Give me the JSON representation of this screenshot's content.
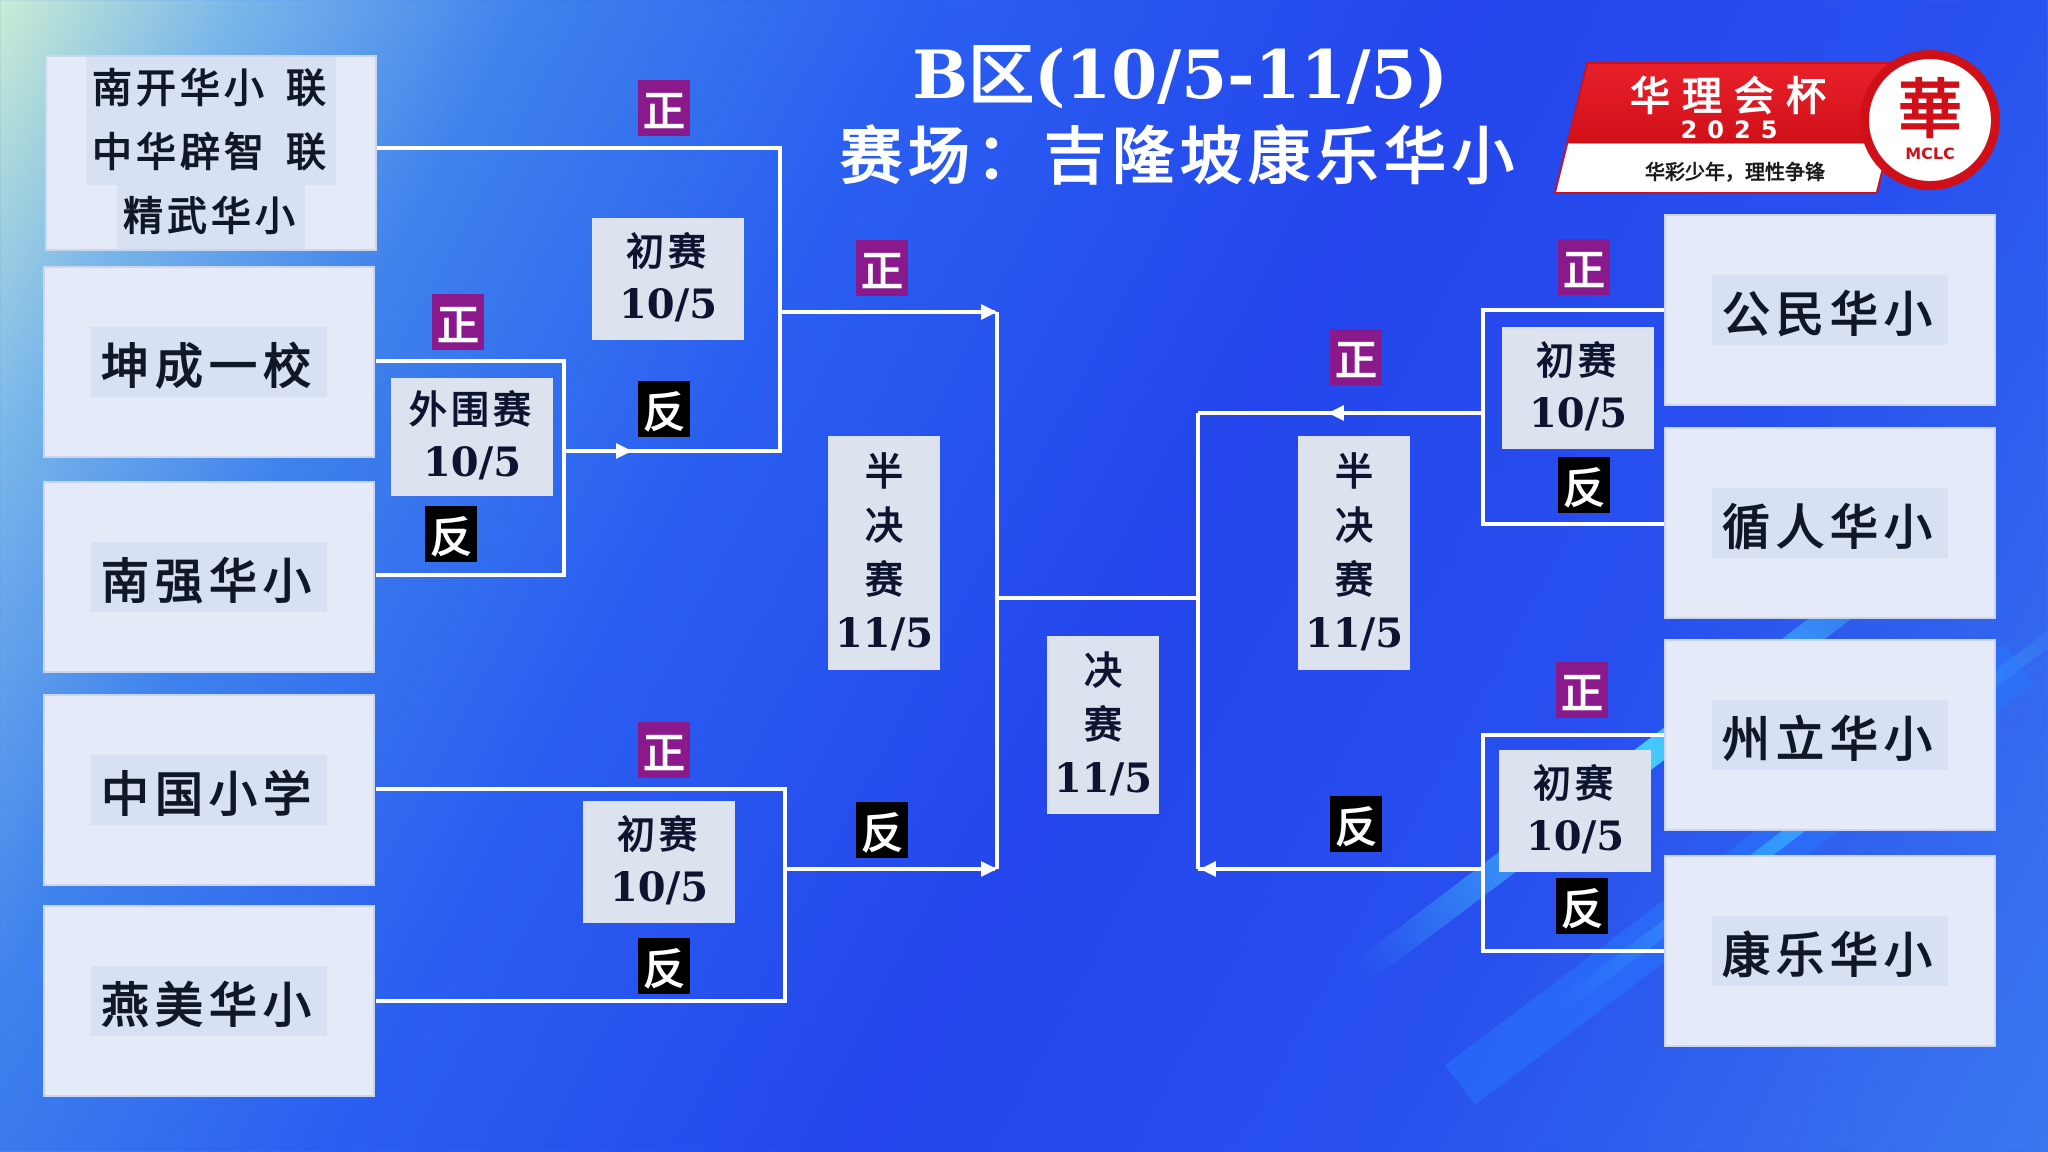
{
  "header": {
    "title": "B区(10/5-11/5)",
    "venue": "赛场：吉隆坡康乐华小"
  },
  "logo": {
    "name": "华理会杯",
    "year": "2025",
    "slogan": "华彩少年，理性争锋",
    "emblem_char": "華",
    "emblem_abbr": "MCLC"
  },
  "teams": {
    "left": [
      {
        "lines": [
          "南开华小 联",
          "中华辟智 联",
          "精武华小"
        ]
      },
      {
        "lines": [
          "坤成一校"
        ]
      },
      {
        "lines": [
          "南强华小"
        ]
      },
      {
        "lines": [
          "中国小学"
        ]
      },
      {
        "lines": [
          "燕美华小"
        ]
      }
    ],
    "right": [
      {
        "lines": [
          "公民华小"
        ]
      },
      {
        "lines": [
          "循人华小"
        ]
      },
      {
        "lines": [
          "州立华小"
        ]
      },
      {
        "lines": [
          "康乐华小"
        ]
      }
    ]
  },
  "rounds": {
    "outer": {
      "name": "外围赛",
      "date": "10/5"
    },
    "prelim": {
      "name": "初赛",
      "date": "10/5"
    },
    "semi": {
      "chars": [
        "半",
        "决",
        "赛"
      ],
      "date": "11/5"
    },
    "final": {
      "chars": [
        "决",
        "赛"
      ],
      "date": "11/5"
    }
  },
  "sides": {
    "zheng": "正",
    "fan": "反"
  },
  "colors": {
    "zheng_badge": "#8a1a8c",
    "fan_badge": "#000000",
    "brand_red": "#d01018",
    "team_box": "#e4eaf7"
  }
}
